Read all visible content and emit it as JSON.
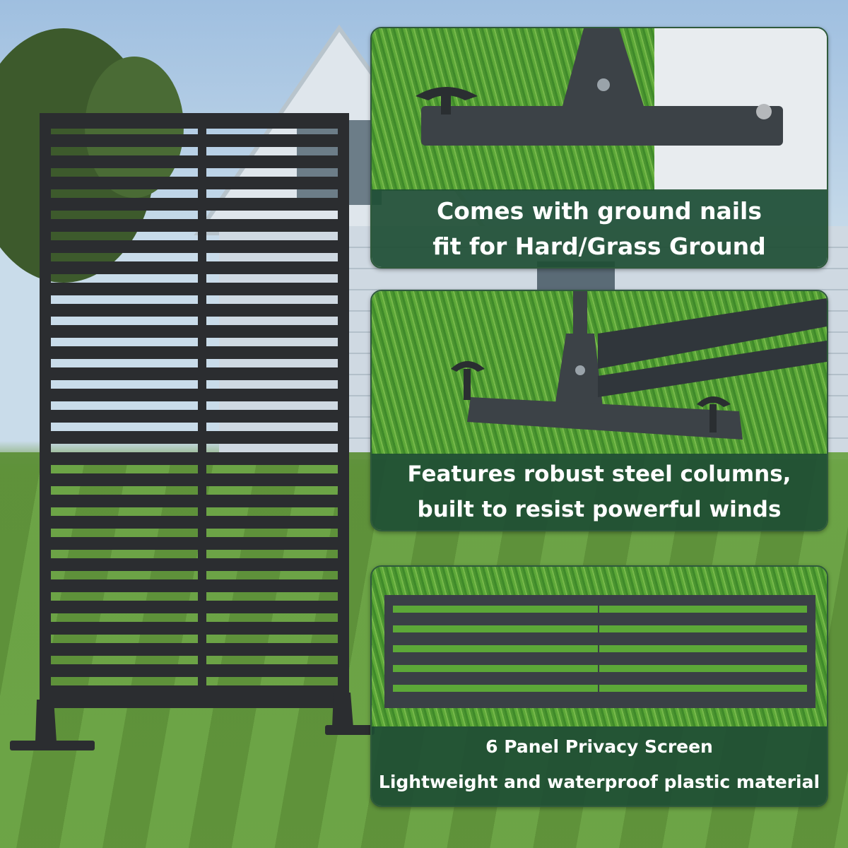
{
  "features": [
    {
      "line1": "Comes with ground nails",
      "line2": "fit for Hard/Grass Ground"
    },
    {
      "line1": "Features robust steel columns,",
      "line2": "built to resist powerful winds"
    },
    {
      "line1": "6 Panel Privacy Screen",
      "line2": "Lightweight and waterproof plastic material"
    }
  ],
  "colors": {
    "caption_bg": "#1e4e34",
    "screen": "#2b2d30",
    "grass": "#5ca838"
  },
  "icons": [
    "ground-nail-icon",
    "base-bracket-icon"
  ]
}
